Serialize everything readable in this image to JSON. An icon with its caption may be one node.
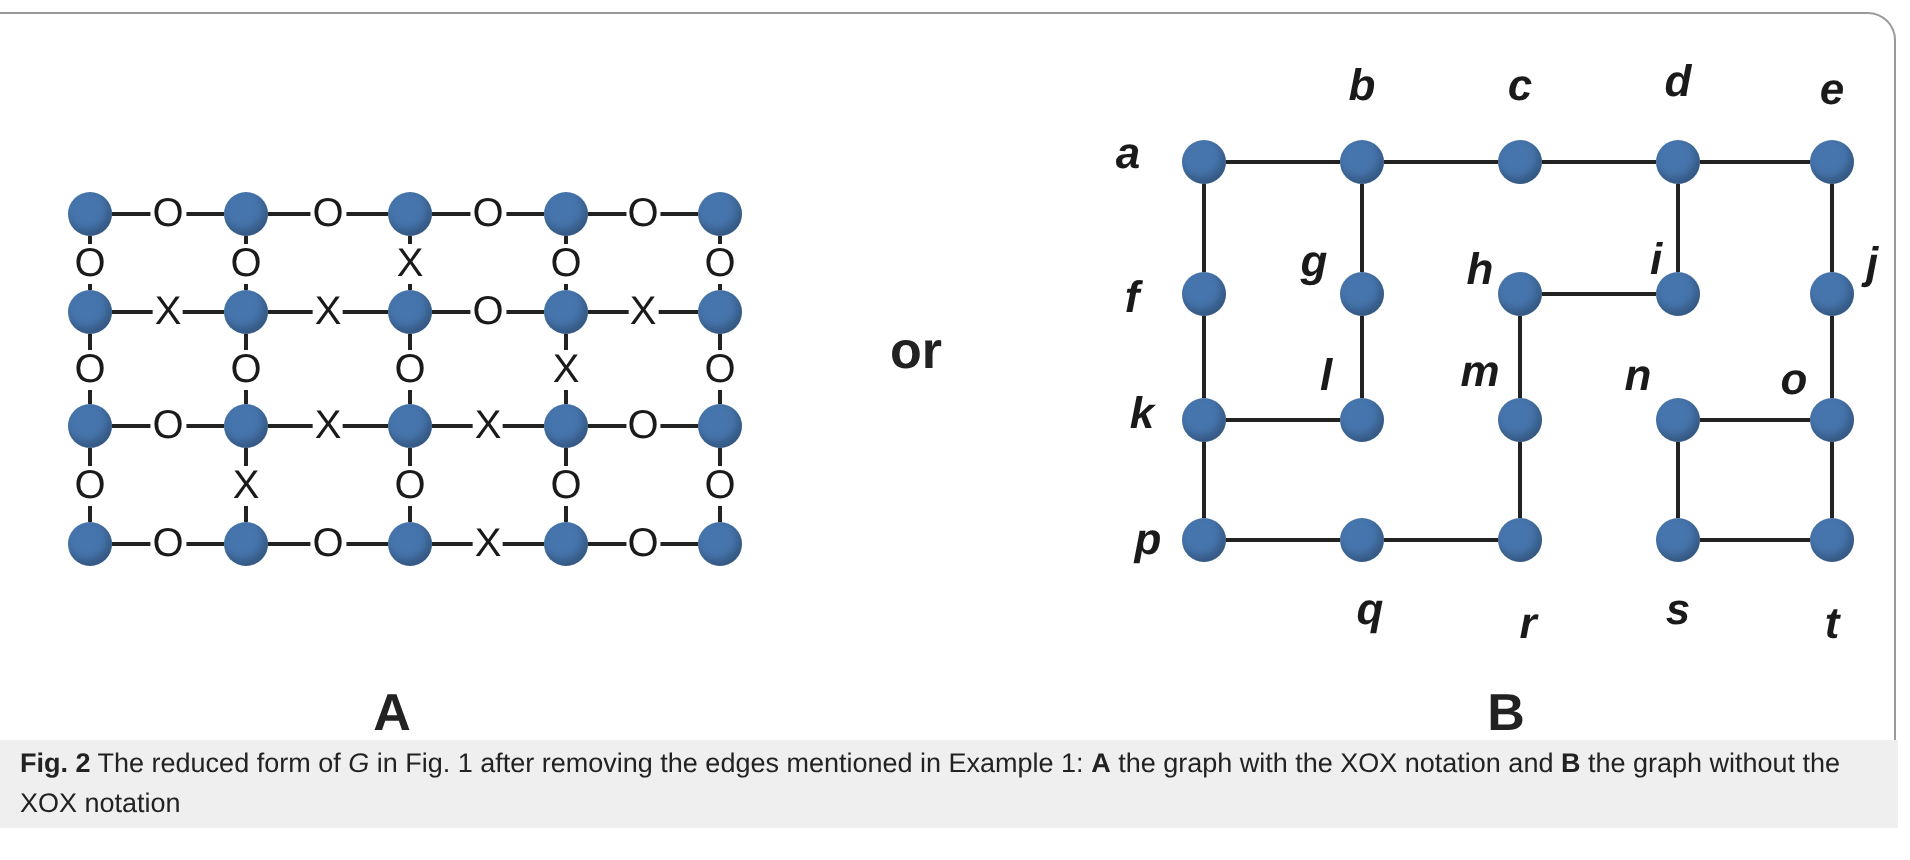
{
  "diagram": {
    "caption": "**Fig. 2** The reduced form of *G* in Fig. 1 after removing the edges mentioned in Example 1: **A** the graph with the XOX notation and **B** the graph without the XOX notation",
    "nodes": [
      {
        "text": [],
        "shape": "circle"
      },
      {
        "text": [],
        "shape": "circle"
      },
      {
        "text": [],
        "shape": "circle"
      },
      {
        "text": [],
        "shape": "circle"
      },
      {
        "text": [],
        "shape": "circle"
      },
      {
        "text": [],
        "shape": "circle"
      },
      {
        "text": [],
        "shape": "circle"
      },
      {
        "text": [],
        "shape": "circle"
      },
      {
        "text": [],
        "shape": "circle"
      },
      {
        "text": [],
        "shape": "circle"
      },
      {
        "text": [],
        "shape": "circle"
      },
      {
        "text": [],
        "shape": "circle"
      },
      {
        "text": [],
        "shape": "circle"
      },
      {
        "text": [],
        "shape": "circle"
      },
      {
        "text": [],
        "shape": "circle"
      },
      {
        "text": [],
        "shape": "circle"
      },
      {
        "text": [],
        "shape": "circle"
      },
      {
        "text": [],
        "shape": "circle"
      },
      {
        "text": [],
        "shape": "circle"
      },
      {
        "text": [],
        "shape": "circle"
      },
      {
        "text": [],
        "shape": "circle",
        "beside": [
          "a"
        ]
      },
      {
        "text": [],
        "shape": "circle",
        "beside": [
          "b"
        ]
      },
      {
        "text": [],
        "shape": "circle",
        "beside": [
          "c"
        ]
      },
      {
        "text": [],
        "shape": "circle",
        "beside": [
          "d"
        ]
      },
      {
        "text": [],
        "shape": "circle",
        "beside": [
          "e"
        ]
      },
      {
        "text": [],
        "shape": "circle",
        "beside": [
          "f"
        ]
      },
      {
        "text": [],
        "shape": "circle",
        "beside": [
          "g"
        ]
      },
      {
        "text": [],
        "shape": "circle",
        "beside": [
          "h"
        ]
      },
      {
        "text": [],
        "shape": "circle",
        "beside": [
          "i"
        ]
      },
      {
        "text": [],
        "shape": "circle",
        "beside": [
          "j"
        ]
      },
      {
        "text": [],
        "shape": "circle",
        "beside": [
          "k"
        ]
      },
      {
        "text": [],
        "shape": "circle",
        "beside": [
          "l"
        ]
      },
      {
        "text": [],
        "shape": "circle",
        "beside": [
          "m"
        ]
      },
      {
        "text": [],
        "shape": "circle",
        "beside": [
          "n"
        ]
      },
      {
        "text": [],
        "shape": "circle",
        "beside": [
          "o"
        ]
      },
      {
        "text": [],
        "shape": "circle",
        "beside": [
          "p"
        ]
      },
      {
        "text": [],
        "shape": "circle",
        "beside": [
          "q"
        ]
      },
      {
        "text": [],
        "shape": "circle",
        "beside": [
          "r"
        ]
      },
      {
        "text": [],
        "shape": "circle",
        "beside": [
          "s"
        ]
      },
      {
        "text": [],
        "shape": "circle",
        "beside": [
          "t"
        ]
      }
    ],
    "edges": [
      {
        "from": 0,
        "to": 1,
        "arrow": "none",
        "label": "O"
      },
      {
        "from": 1,
        "to": 2,
        "arrow": "none",
        "label": "O"
      },
      {
        "from": 2,
        "to": 3,
        "arrow": "none",
        "label": "O"
      },
      {
        "from": 3,
        "to": 4,
        "arrow": "none",
        "label": "O"
      },
      {
        "from": 5,
        "to": 6,
        "arrow": "none",
        "label": "X"
      },
      {
        "from": 6,
        "to": 7,
        "arrow": "none",
        "label": "X"
      },
      {
        "from": 7,
        "to": 8,
        "arrow": "none",
        "label": "O"
      },
      {
        "from": 8,
        "to": 9,
        "arrow": "none",
        "label": "X"
      },
      {
        "from": 10,
        "to": 11,
        "arrow": "none",
        "label": "O"
      },
      {
        "from": 11,
        "to": 12,
        "arrow": "none",
        "label": "X"
      },
      {
        "from": 12,
        "to": 13,
        "arrow": "none",
        "label": "X"
      },
      {
        "from": 13,
        "to": 14,
        "arrow": "none",
        "label": "O"
      },
      {
        "from": 15,
        "to": 16,
        "arrow": "none",
        "label": "O"
      },
      {
        "from": 16,
        "to": 17,
        "arrow": "none",
        "label": "O"
      },
      {
        "from": 17,
        "to": 18,
        "arrow": "none",
        "label": "X"
      },
      {
        "from": 18,
        "to": 19,
        "arrow": "none",
        "label": "O"
      },
      {
        "from": 0,
        "to": 5,
        "arrow": "none",
        "label": "O"
      },
      {
        "from": 1,
        "to": 6,
        "arrow": "none",
        "label": "O"
      },
      {
        "from": 2,
        "to": 7,
        "arrow": "none",
        "label": "X"
      },
      {
        "from": 3,
        "to": 8,
        "arrow": "none",
        "label": "O"
      },
      {
        "from": 4,
        "to": 9,
        "arrow": "none",
        "label": "O"
      },
      {
        "from": 5,
        "to": 10,
        "arrow": "none",
        "label": "O"
      },
      {
        "from": 6,
        "to": 11,
        "arrow": "none",
        "label": "O"
      },
      {
        "from": 7,
        "to": 12,
        "arrow": "none",
        "label": "O"
      },
      {
        "from": 8,
        "to": 13,
        "arrow": "none",
        "label": "X"
      },
      {
        "from": 9,
        "to": 14,
        "arrow": "none",
        "label": "O"
      },
      {
        "from": 10,
        "to": 15,
        "arrow": "none",
        "label": "O"
      },
      {
        "from": 11,
        "to": 16,
        "arrow": "none",
        "label": "X"
      },
      {
        "from": 12,
        "to": 17,
        "arrow": "none",
        "label": "O"
      },
      {
        "from": 13,
        "to": 18,
        "arrow": "none",
        "label": "O"
      },
      {
        "from": 14,
        "to": 19,
        "arrow": "none",
        "label": "O"
      },
      {
        "from": 20,
        "to": 21,
        "arrow": "none"
      },
      {
        "from": 21,
        "to": 22,
        "arrow": "none"
      },
      {
        "from": 22,
        "to": 23,
        "arrow": "none"
      },
      {
        "from": 23,
        "to": 24,
        "arrow": "none"
      },
      {
        "from": 20,
        "to": 25,
        "arrow": "none"
      },
      {
        "from": 25,
        "to": 30,
        "arrow": "none"
      },
      {
        "from": 30,
        "to": 35,
        "arrow": "none"
      },
      {
        "from": 21,
        "to": 26,
        "arrow": "none"
      },
      {
        "from": 26,
        "to": 31,
        "arrow": "none"
      },
      {
        "from": 30,
        "to": 31,
        "arrow": "none"
      },
      {
        "from": 23,
        "to": 28,
        "arrow": "none"
      },
      {
        "from": 27,
        "to": 28,
        "arrow": "none"
      },
      {
        "from": 27,
        "to": 32,
        "arrow": "none"
      },
      {
        "from": 32,
        "to": 37,
        "arrow": "none"
      },
      {
        "from": 35,
        "to": 36,
        "arrow": "none"
      },
      {
        "from": 36,
        "to": 37,
        "arrow": "none"
      },
      {
        "from": 24,
        "to": 29,
        "arrow": "none"
      },
      {
        "from": 29,
        "to": 34,
        "arrow": "none"
      },
      {
        "from": 33,
        "to": 34,
        "arrow": "none"
      },
      {
        "from": 33,
        "to": 38,
        "arrow": "none"
      },
      {
        "from": 34,
        "to": 39,
        "arrow": "none"
      },
      {
        "from": 38,
        "to": 39,
        "arrow": "none"
      }
    ],
    "labels": [
      "or",
      "A",
      "B"
    ]
  }
}
